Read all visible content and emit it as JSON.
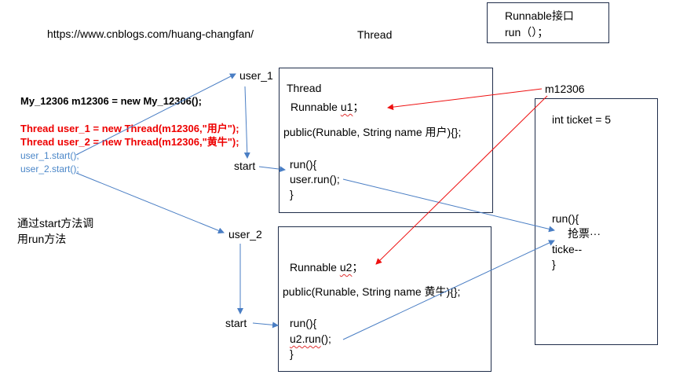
{
  "header": {
    "url": "https://www.cnblogs.com/huang-changfan/",
    "thread_title": "Thread"
  },
  "interface_box": {
    "line1": "Runnable接口",
    "line2": "run（）；"
  },
  "code": {
    "line1": "My_12306 m12306 = new My_12306();",
    "line2": "Thread user_1 = new Thread(m12306,\"用户\");",
    "line3": "Thread user_2 = new Thread(m12306,\"黄牛\");",
    "line4": "user_1.start();",
    "line5": "user_2.start();"
  },
  "note": {
    "line1": "通过start方法调",
    "line2": "用run方法"
  },
  "labels": {
    "user1": "user_1",
    "user2": "user_2",
    "start1": "start",
    "start2": "start",
    "m12306": "m12306"
  },
  "thread_box_1": {
    "title": "Thread",
    "field_prefix": "Runnable ",
    "field_var": "u1",
    "field_suffix": "；",
    "ctor": "public(Runable, String name 用户){};",
    "run_open": "run(){",
    "run_body": "user.run();",
    "run_close": "}"
  },
  "thread_box_2": {
    "field_prefix": "Runnable ",
    "field_var": "u2",
    "field_suffix": "；",
    "ctor": "public(Runable, String name 黄牛){};",
    "run_open": "run(){",
    "run_body_var": "u2.run",
    "run_body_rest": "();",
    "run_close": "}"
  },
  "target_box": {
    "field": "int ticket = 5",
    "run_open": "run(){",
    "grab": "抢票···",
    "decrement": "ticke--",
    "run_close": "}"
  },
  "colors": {
    "blue_arrow": "#4a7ec4",
    "red_arrow": "#ee1111",
    "box_border": "#1f2d4a"
  }
}
